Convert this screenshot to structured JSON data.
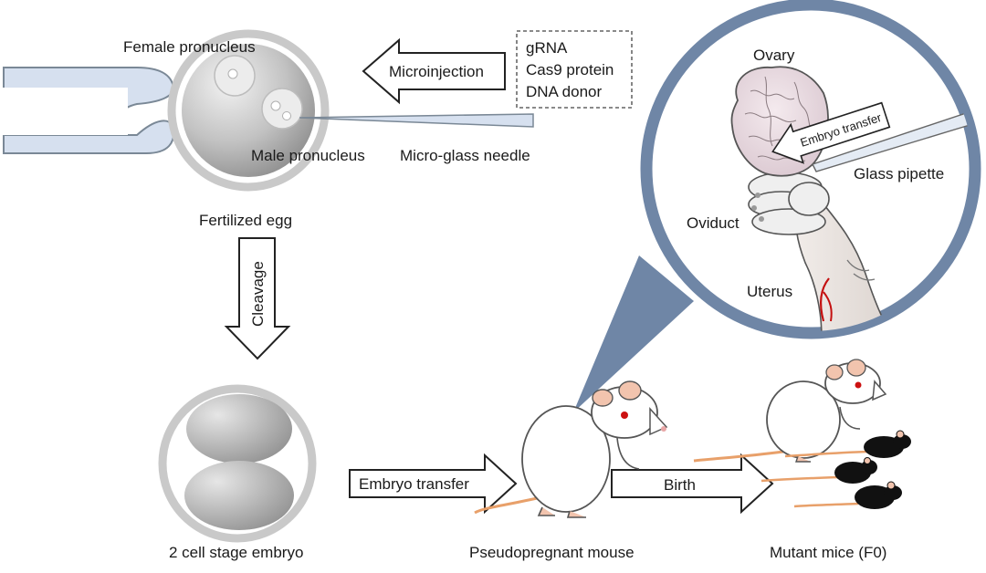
{
  "labels": {
    "female_pronucleus": "Female pronucleus",
    "male_pronucleus": "Male pronucleus",
    "micro_glass_needle": "Micro-glass needle",
    "fertilized_egg": "Fertilized egg",
    "microinjection": "Microinjection",
    "reagents": [
      "gRNA",
      "Cas9 protein",
      "DNA donor"
    ],
    "cleavage": "Cleavage",
    "two_cell_embryo": "2 cell stage embryo",
    "embryo_transfer": "Embryo transfer",
    "birth": "Birth",
    "pseudopregnant_mouse": "Pseudopregnant mouse",
    "mutant_mice": "Mutant mice (F0)",
    "ovary": "Ovary",
    "oviduct": "Oviduct",
    "uterus": "Uterus",
    "glass_pipette": "Glass pipette",
    "inset_embryo_transfer": "Embryo transfer"
  },
  "colors": {
    "holding_pipette": "#d6e0ef",
    "zoom_ring": "#6f86a6",
    "zona": "#c9c9c9",
    "oocyte_dark": "#8f8f8f",
    "oocyte_light": "#f0f0f0",
    "mouse_eye": "#cc1111",
    "mouse_ear": "#f2c4ae",
    "mutant_mouse": "#111111",
    "tail": "#e8a060"
  }
}
